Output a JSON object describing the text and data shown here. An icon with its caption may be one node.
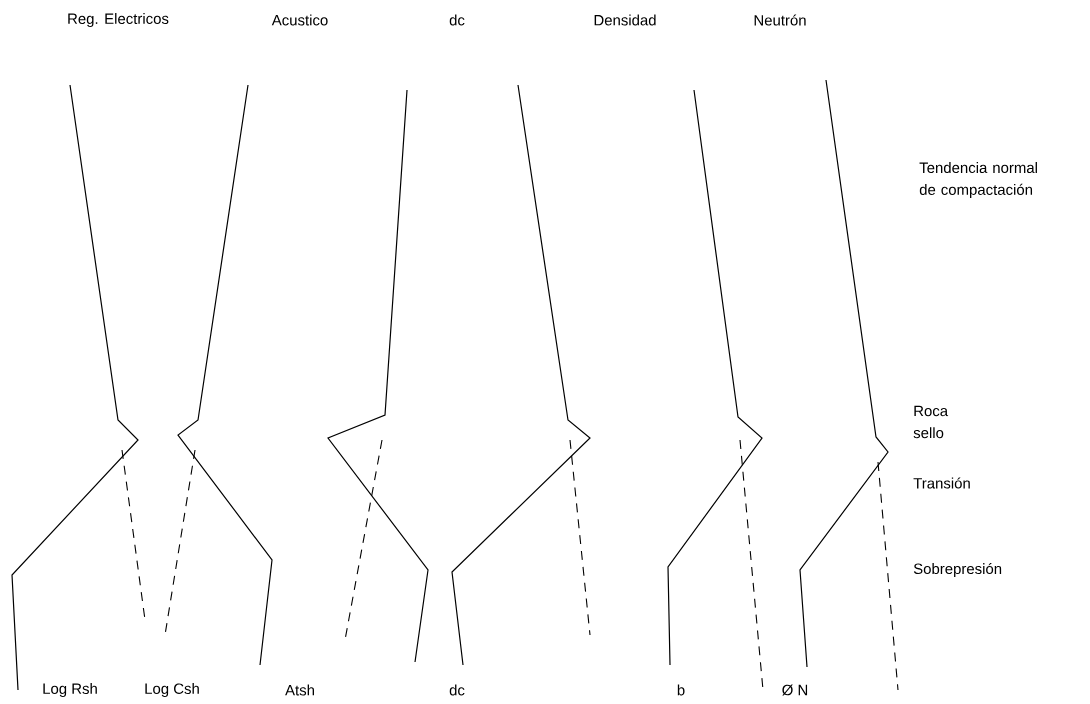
{
  "diagram": {
    "labels": [
      "Reg. Electricos",
      "Acustico",
      "dc",
      "Densidad",
      "Neutrón",
      "Tendencia normal de compactación",
      "Roca sello",
      "Transión",
      "Sobrepresión",
      "Log Rsh",
      "Log Csh",
      "Atsh",
      "dc",
      "b",
      "Ø N"
    ]
  }
}
